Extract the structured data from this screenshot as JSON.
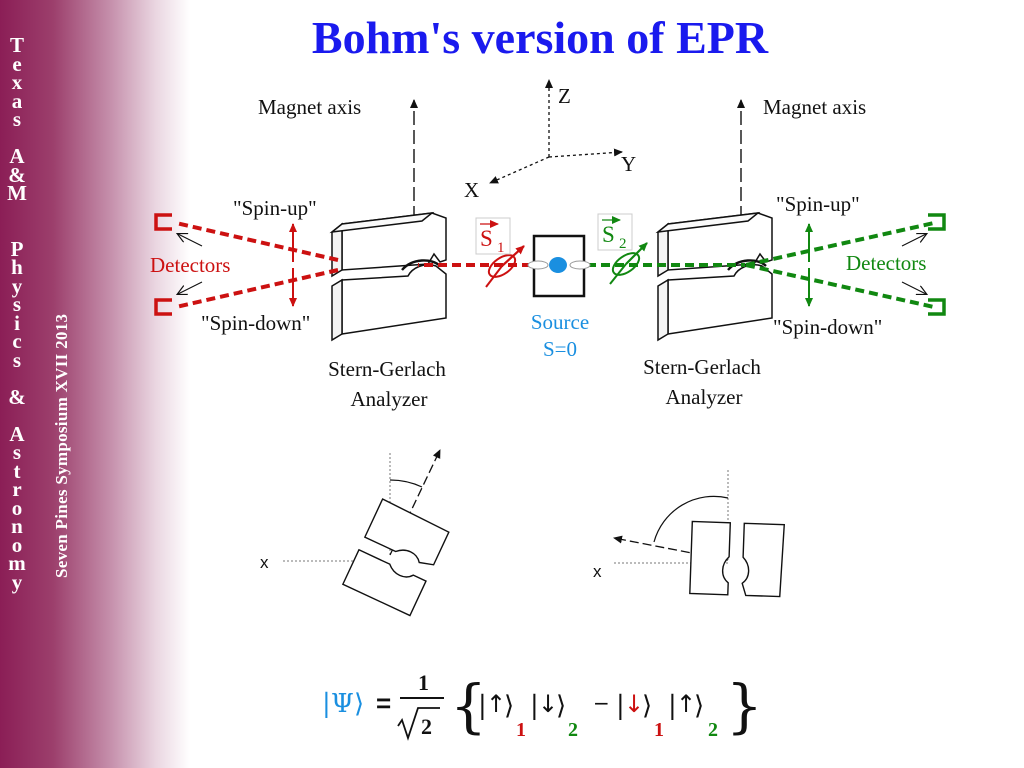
{
  "sidebar": {
    "institution_letters": "T\ne\nx\na\ns\n\nA\n&\nM\n\n\nP\nh\ny\ns\ni\nc\ns\n\n&\n\nA\ns\nt\nr\no\nn\no\nm\ny",
    "symposium": "Seven Pines Symposium XVII  2013"
  },
  "title": "Bohm's version of EPR",
  "axes": {
    "z": "Z",
    "y": "Y",
    "x": "X"
  },
  "left": {
    "magnet_axis": "Magnet axis",
    "spin_up": "\"Spin-up\"",
    "spin_down": "\"Spin-down\"",
    "detectors": "Detectors",
    "analyzer_line1": "Stern-Gerlach",
    "analyzer_line2": "Analyzer",
    "spin_label": "S",
    "spin_sub": "1"
  },
  "right": {
    "magnet_axis": "Magnet axis",
    "spin_up": "\"Spin-up\"",
    "spin_down": "\"Spin-down\"",
    "detectors": "Detectors",
    "analyzer_line1": "Stern-Gerlach",
    "analyzer_line2": "Analyzer",
    "spin_label": "S",
    "spin_sub": "2"
  },
  "source": {
    "line1": "Source",
    "line2": "S=0"
  },
  "rotated": {
    "left_x": "x",
    "right_x": "x"
  },
  "equation": {
    "psi": "Ψ",
    "numerator": "1",
    "denominator": "2",
    "up": "↑",
    "down": "↓",
    "minus": "−",
    "sub1": "1",
    "sub2": "2"
  },
  "colors": {
    "title": "#1a1aee",
    "particle1": "#cc1111",
    "particle2": "#118811",
    "source": "#1a8fe0",
    "sidebar": "#8b1e56"
  }
}
